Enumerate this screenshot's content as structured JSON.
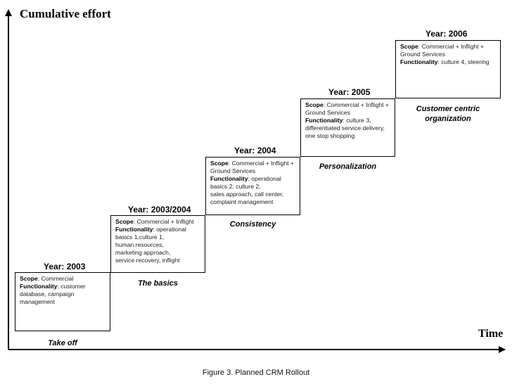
{
  "axes": {
    "y_title": "Cumulative effort",
    "x_title": "Time"
  },
  "steps": [
    {
      "year": "Year: 2003",
      "scope_label": "Scope",
      "scope_text": ": Commercial",
      "functionality_label": "Functionality",
      "functionality_text": ": customer",
      "extra_lines": [
        "database, campaign",
        "management"
      ],
      "stage": "Take off"
    },
    {
      "year": "Year: 2003/2004",
      "scope_label": "Scope",
      "scope_text": ": Commercial + Inflight",
      "functionality_label": "Functionality",
      "functionality_text": ": operational",
      "extra_lines": [
        "basics 1,culture 1,",
        "human resources,",
        "marketing approach,",
        "service recovery, inflight"
      ],
      "stage": "The basics"
    },
    {
      "year": "Year: 2004",
      "scope_label": "Scope",
      "scope_text": ": Commercial + Inflight +",
      "scope_extra": "Ground Services",
      "functionality_label": "Functionality",
      "functionality_text": ": operational",
      "extra_lines": [
        "basics 2, culture 2,",
        "sales approach, call center,",
        "complaint management"
      ],
      "stage": "Consistency"
    },
    {
      "year": "Year: 2005",
      "scope_label": "Scope",
      "scope_text": ": Commercial + Inflight +",
      "scope_extra": "Ground Services",
      "functionality_label": "Functionality",
      "functionality_text": ": culture 3,",
      "extra_lines": [
        "differentiated service delivery,",
        "one stop shopping"
      ],
      "stage": "Personalization"
    },
    {
      "year": "Year: 2006",
      "scope_label": "Scope",
      "scope_text": ": Commercial + Inflight +",
      "scope_extra": "Ground Services",
      "functionality_label": "Functionality",
      "functionality_text": ": culture 4, steering",
      "extra_lines": [],
      "stage": "Customer centric",
      "stage_line2": "organization"
    }
  ],
  "caption": "Figure 3. Planned CRM Rollout"
}
